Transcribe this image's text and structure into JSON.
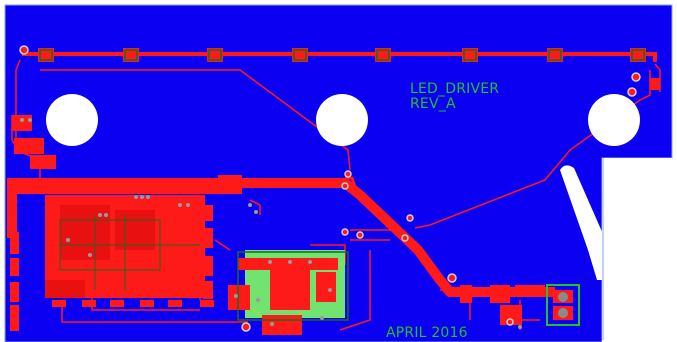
{
  "board": {
    "label": "LED_DRIVER",
    "revision": "REV_A",
    "date": "APRIL 2016"
  },
  "colors": {
    "substrate": "#0b00f2",
    "copper_top": "#ff1a1a",
    "copper_dark": "#c40404",
    "silkscreen": "#22c02a",
    "courtyard": "#7dfb62",
    "hole": "#ffffff",
    "via_ring": "#cfcfcf"
  },
  "icons": {
    "mounting_hole": "circle-hole-icon",
    "via": "via-icon",
    "led_pad": "led-pad-icon",
    "connector": "connector-icon"
  }
}
